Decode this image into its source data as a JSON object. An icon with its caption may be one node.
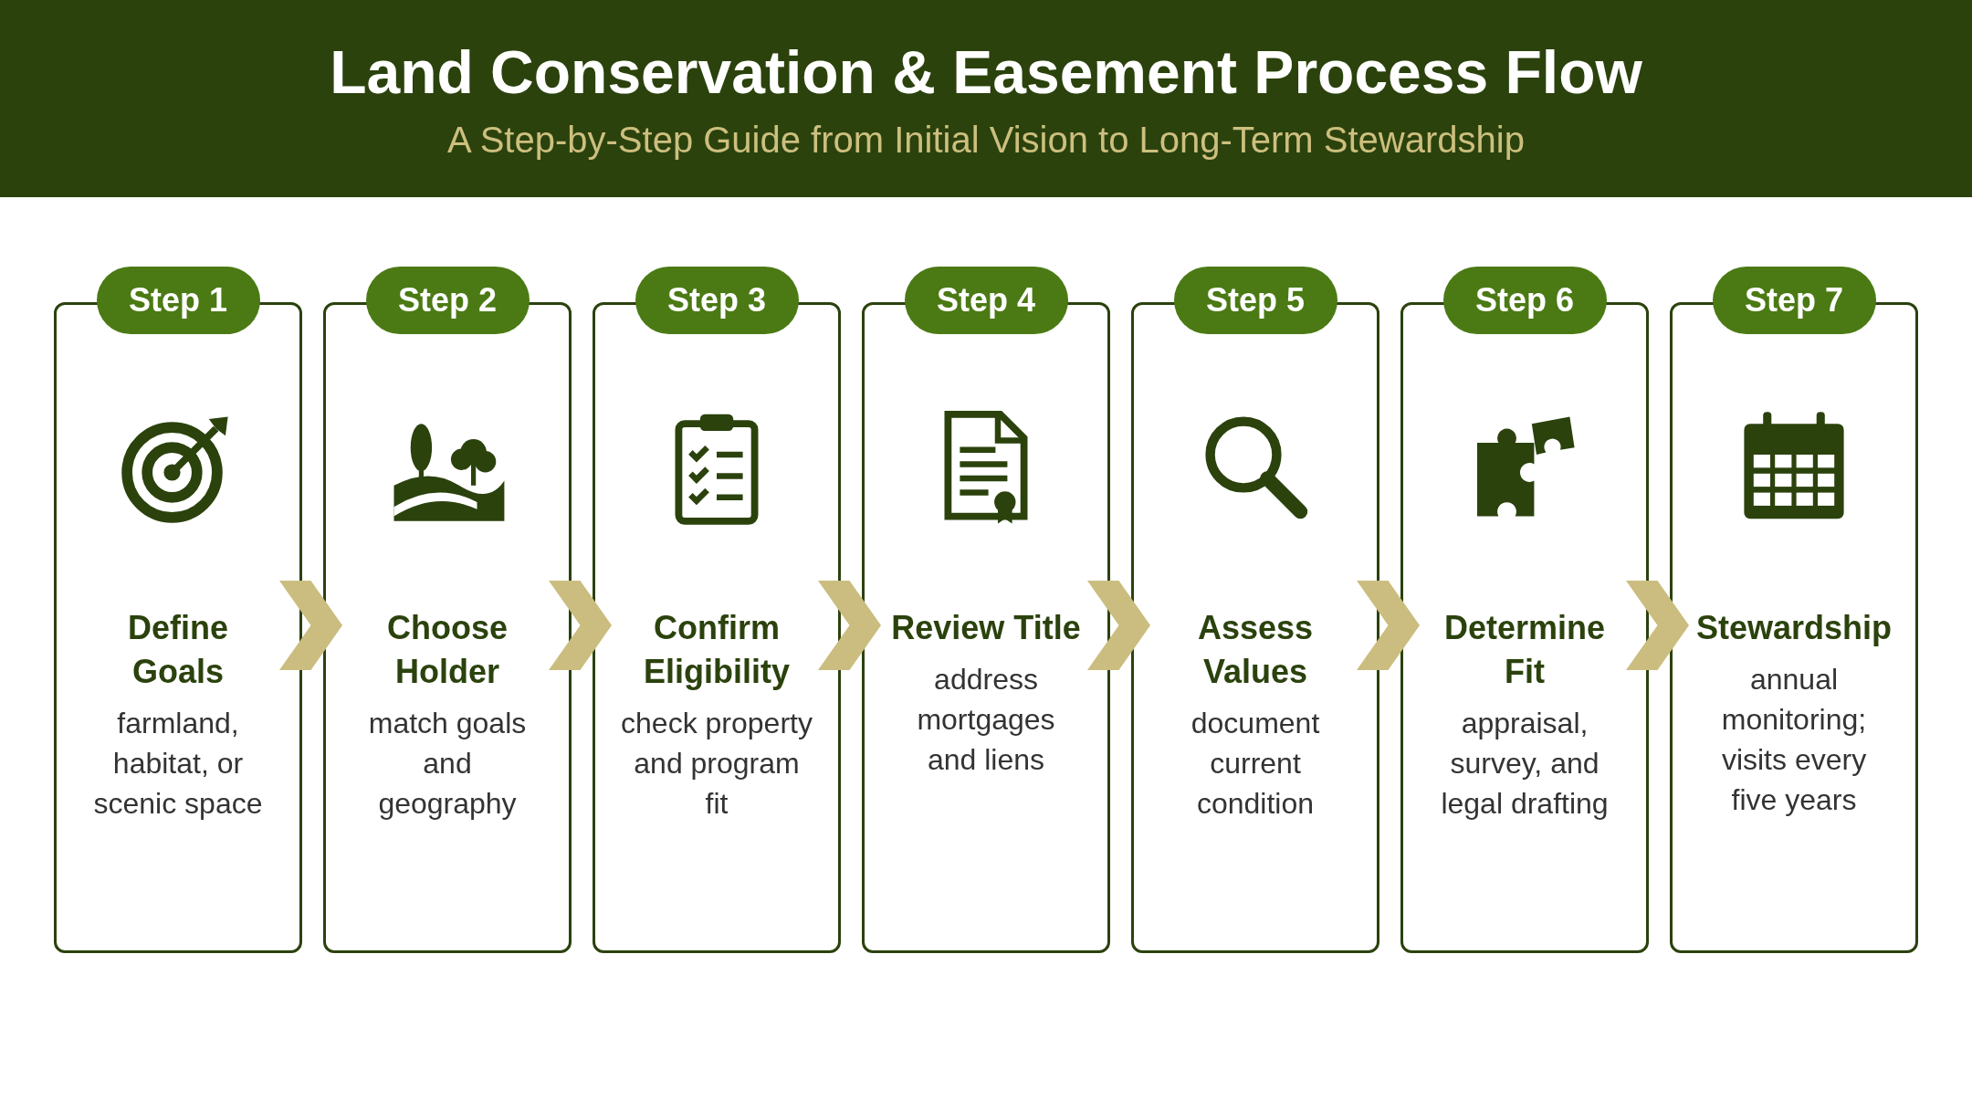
{
  "diagram": {
    "title": "Land Conservation & Easement Process Flow",
    "caption": "A Step-by-Step Guide from Initial Vision to Long-Term Stewardship",
    "nodes": [
      {
        "text": [
          "Step 1"
        ]
      },
      {
        "text": [
          "Define Goals",
          "farmland, habitat, or scenic space"
        ]
      },
      {
        "text": [
          "Step 2"
        ]
      },
      {
        "text": [
          "Choose Holder",
          "match goals and geography"
        ]
      },
      {
        "text": [
          "Step 3"
        ]
      },
      {
        "text": [
          "Confirm Eligibility",
          "check property and program fit"
        ]
      },
      {
        "text": [
          "Step 4"
        ]
      },
      {
        "text": [
          "Review Title",
          "address mortgages and liens"
        ]
      },
      {
        "text": [
          "Step 5"
        ]
      },
      {
        "text": [
          "Assess Values",
          "document current condition"
        ]
      },
      {
        "text": [
          "Step 6"
        ]
      },
      {
        "text": [
          "Determine Fit",
          "appraisal, survey, and legal drafting"
        ]
      },
      {
        "text": [
          "Step 7"
        ]
      },
      {
        "text": [
          "Stewardship",
          "annual monitoring; visits every five years"
        ]
      }
    ],
    "edges": [
      {
        "from": 1,
        "to": 3,
        "arrow": "to"
      },
      {
        "from": 3,
        "to": 5,
        "arrow": "to"
      },
      {
        "from": 5,
        "to": 7,
        "arrow": "to"
      },
      {
        "from": 7,
        "to": 9,
        "arrow": "to"
      },
      {
        "from": 9,
        "to": 11,
        "arrow": "to"
      },
      {
        "from": 11,
        "to": 13,
        "arrow": "to"
      }
    ]
  }
}
